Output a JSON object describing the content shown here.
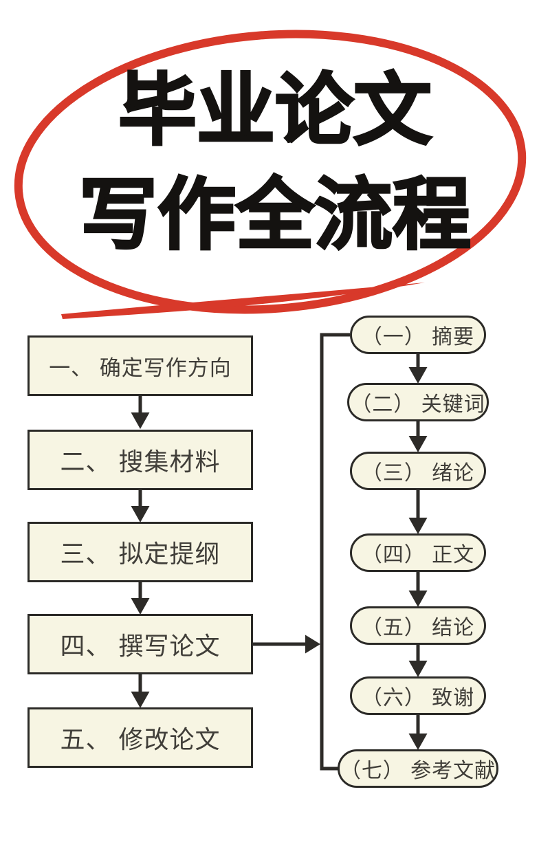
{
  "poster": {
    "title": {
      "line1": "毕业论文",
      "line2": "写作全流程"
    },
    "colors": {
      "background": "#ffffff",
      "accent_red": "#d8392a",
      "box_fill": "#f7f5e3",
      "box_border": "#2b2a27",
      "box_text": "#403e39",
      "title_text": "#141210",
      "connector": "#2d2b28"
    },
    "left_column": {
      "items": [
        {
          "label": "一、 确定写作方向"
        },
        {
          "label": "二、 搜集材料"
        },
        {
          "label": "三、 拟定提纲"
        },
        {
          "label": "四、 撰写论文"
        },
        {
          "label": "五、 修改论文"
        }
      ]
    },
    "right_column": {
      "items": [
        {
          "label": "（一） 摘要"
        },
        {
          "label": "（二） 关键词"
        },
        {
          "label": "（三） 绪论"
        },
        {
          "label": "（四） 正文"
        },
        {
          "label": "（五） 结论"
        },
        {
          "label": "（六） 致谢"
        },
        {
          "label": "（七） 参考文献"
        }
      ]
    }
  }
}
